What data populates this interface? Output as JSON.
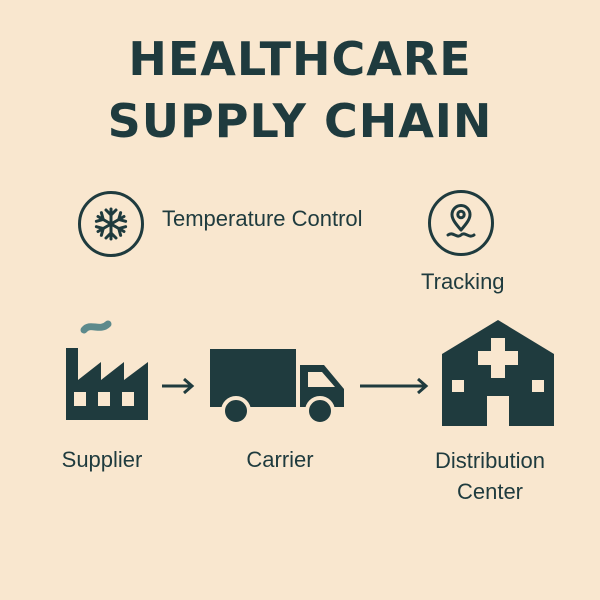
{
  "title": {
    "line1": "HEALTHCARE",
    "line2": "SUPPLY CHAIN"
  },
  "features": [
    {
      "label": "Temperature Control",
      "icon": "snowflake-icon"
    },
    {
      "label": "Tracking",
      "icon": "location-pin-icon"
    }
  ],
  "flow": {
    "nodes": [
      {
        "label": "Supplier",
        "icon": "factory-icon"
      },
      {
        "label": "Carrier",
        "icon": "truck-icon"
      },
      {
        "label_line1": "Distribution",
        "label_line2": "Center",
        "icon": "hospital-icon"
      }
    ]
  },
  "colors": {
    "background": "#f9e7cf",
    "ink": "#1f3b3e",
    "smoke": "#5d8a8c"
  }
}
